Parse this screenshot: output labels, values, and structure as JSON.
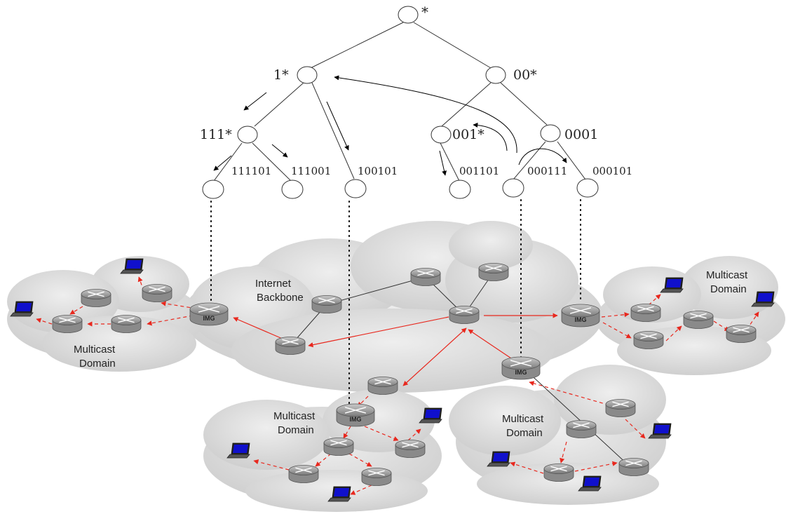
{
  "tree": {
    "root_label": "*",
    "node_labels": {
      "n1": "1*",
      "n00": "00*",
      "n111": "111*",
      "n001": "001*",
      "n0001": "0001",
      "l111101": "111101",
      "l111001": "111001",
      "l100101": "100101",
      "l001101": "001101",
      "l000111": "000111",
      "l000101": "000101"
    }
  },
  "network": {
    "backbone_label": "Internet\nBackbone",
    "backbone_line1": "Internet",
    "backbone_line2": "Backbone",
    "domain_line1": "Multicast",
    "domain_line2": "Domain",
    "gateway_label": "IMG"
  },
  "colors": {
    "cloud": "#d9d9d9",
    "cloud_dark": "#c8c8c8",
    "router": "#9a9a9a",
    "arrow_red": "#e8281e",
    "tree_line": "#333333",
    "laptop_screen": "#1010cc"
  }
}
